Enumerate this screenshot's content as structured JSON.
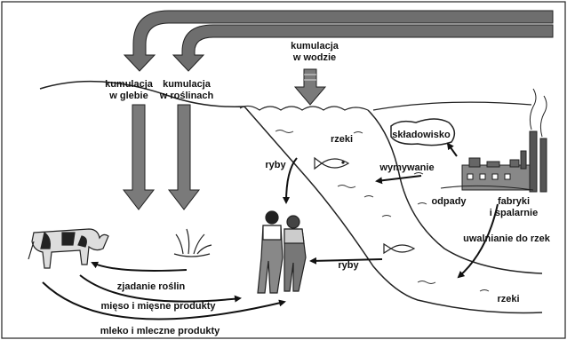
{
  "labels": {
    "kumulacja_woda_1": "kumulacja",
    "kumulacja_woda_2": "w wodzie",
    "kumulacja_gleba_1": "kumulacja",
    "kumulacja_gleba_2": "w glebie",
    "kumulacja_rosliny_1": "kumulacja",
    "kumulacja_rosliny_2": "w roślinach",
    "rzeki_top": "rzeki",
    "skladowisko": "składowisko",
    "ryby_top": "ryby",
    "wymywanie": "wymywanie",
    "odpady": "odpady",
    "fabryki_1": "fabryki",
    "fabryki_2": "i spalarnie",
    "uwalnianie": "uwalnianie do rzek",
    "ryby_bottom": "ryby",
    "rzeki_bottom": "rzeki",
    "zjadanie": "zjadanie roślin",
    "mieso": "mięso i mięsne produkty",
    "mleko": "mleko i mleczne produkty"
  }
}
